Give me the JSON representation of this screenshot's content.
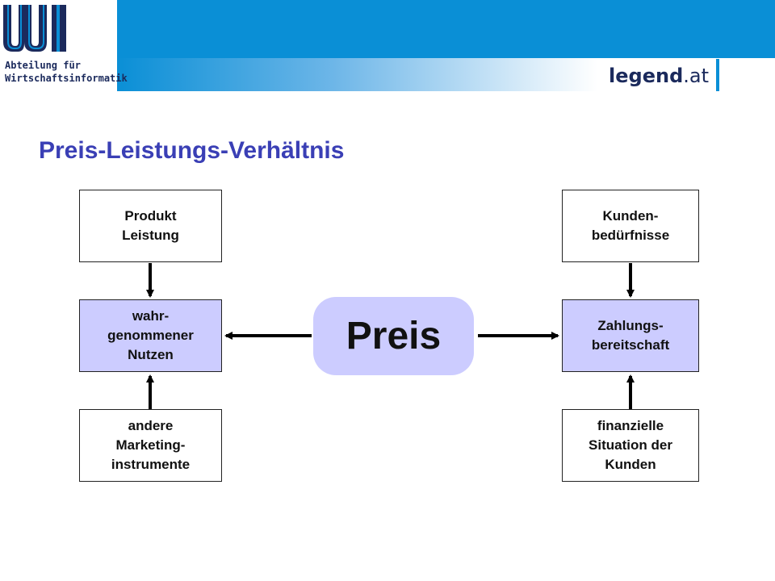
{
  "header": {
    "logo_letters": "WI",
    "logo_line1": "Abteilung  für",
    "logo_line2": "Wirtschaftsinformatik",
    "brand_bold": "legend",
    "brand_rest": ".at",
    "colors": {
      "header_blue": "#0a8fd6",
      "logo_navy": "#1b2a5c",
      "title_blue": "#3a3fb5",
      "box_fill": "#ccccff"
    }
  },
  "title": "Preis-Leistungs-Verhältnis",
  "diagram": {
    "center": "Preis",
    "left": {
      "top": "Produkt\nLeistung",
      "middle": "wahr-\ngenommener\nNutzen",
      "bottom": "andere\nMarketing-\ninstrumente"
    },
    "right": {
      "top": "Kunden-\nbedürfnisse",
      "middle": "Zahlungs-\nbereitschaft",
      "bottom": "finanzielle\nSituation der\nKunden"
    }
  }
}
